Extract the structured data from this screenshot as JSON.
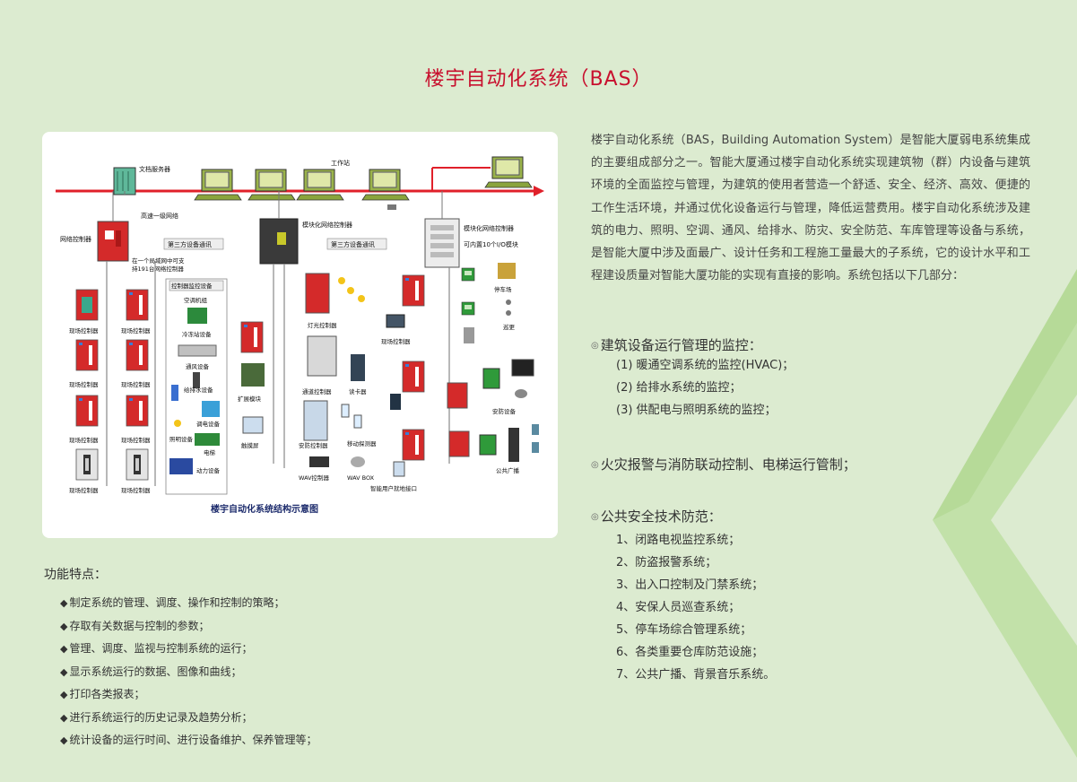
{
  "page": {
    "title": "楼宇自动化系统（BAS）"
  },
  "diagram": {
    "caption": "楼宇自动化系统结构示意图",
    "labels": {
      "doc_server": "文档服务器",
      "workstation": "工作站",
      "backbone": "高速一级网络",
      "net_controller": "网络控制器",
      "modular_controller": "模块化网络控制器",
      "modular_controller2": "模块化网络控制器",
      "io_module": "可内置10个I/O模块",
      "third_party1": "第三方设备通讯",
      "third_party2": "第三方设备通讯",
      "support_note_1": "在一个局域网中可支",
      "support_note_2": "持191台网络控制器",
      "monitored_devices": "控制器监控设备",
      "ahu": "空调机组",
      "chiller": "冷冻站设备",
      "ventilation": "通风设备",
      "water": "给排水设备",
      "power_dist": "调电设备",
      "lighting_dev": "照明设备",
      "elevator": "电梯",
      "power_dev": "动力设备",
      "field_controller": "现场控制器",
      "expansion": "扩展模块",
      "touchscreen": "触摸屏",
      "light_controller": "灯光控制器",
      "site_controller": "现场控制器",
      "access_controller": "通道控制器",
      "card_reader": "读卡器",
      "security_controller": "安防控制器",
      "motion_detector": "移动探测器",
      "wav_controller": "WAV控制器",
      "wav_box": "WAV BOX",
      "smart_user": "智能用户就地接口",
      "parking": "停车场",
      "patrol": "巡更",
      "security_dev": "安防设备",
      "broadcast": "公共广播"
    }
  },
  "features": {
    "heading": "功能特点：",
    "bullet": "◆",
    "items": [
      "制定系统的管理、调度、操作和控制的策略；",
      "存取有关数据与控制的参数；",
      "管理、调度、监视与控制系统的运行；",
      "显示系统运行的数据、图像和曲线；",
      "打印各类报表；",
      "进行系统运行的历史记录及趋势分析；",
      "统计设备的运行时间、进行设备维护、保养管理等；"
    ]
  },
  "intro": {
    "text": "楼宇自动化系统（BAS，Building Automation System）是智能大厦弱电系统集成的主要组成部分之一。智能大厦通过楼宇自动化系统实现建筑物（群）内设备与建筑环境的全面监控与管理，为建筑的使用者营造一个舒适、安全、经济、高效、便捷的工作生活环境，并通过优化设备运行与管理，降低运营费用。楼宇自动化系统涉及建筑的电力、照明、空调、通风、给排水、防灾、安全防范、车库管理等设备与系统，是智能大厦中涉及面最广、设计任务和工程施工量最大的子系统，它的设计水平和工程建设质量对智能大厦功能的实现有直接的影响。系统包括以下几部分："
  },
  "sections": {
    "marker": "◎",
    "building": {
      "title": "建筑设备运行管理的监控：",
      "items": [
        "(1) 暖通空调系统的监控(HVAC)；",
        "(2) 给排水系统的监控；",
        "(3) 供配电与照明系统的监控；"
      ]
    },
    "fire": {
      "title": "火灾报警与消防联动控制、电梯运行管制；"
    },
    "security": {
      "title": "公共安全技术防范：",
      "items": [
        "1、闭路电视监控系统；",
        "2、防盗报警系统；",
        "3、出入口控制及门禁系统；",
        "4、安保人员巡查系统；",
        "5、停车场综合管理系统；",
        "6、各类重要仓库防范设施；",
        "7、公共广播、背景音乐系统。"
      ]
    }
  },
  "colors": {
    "background": "#dcebd0",
    "accent": "#c8102e",
    "chevron": "#b8dc9a"
  }
}
